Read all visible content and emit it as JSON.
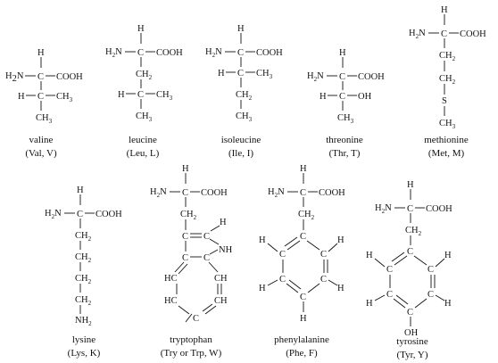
{
  "atoms": {
    "C": "C",
    "H": "H",
    "S": "S",
    "CH2": "CH",
    "CH3": "CH",
    "two": "2",
    "three": "3",
    "COOH": "COOH",
    "H2N": "H",
    "H2N_2": "2",
    "H2N_N": "N",
    "NH2": "NH",
    "NH2_2": "2",
    "NH": "NH",
    "OH": "OH",
    "HC": "HC",
    "CH": "CH"
  },
  "amino_acids": [
    {
      "name": "valine",
      "abbr": "(Val, V)"
    },
    {
      "name": "leucine",
      "abbr": "(Leu, L)"
    },
    {
      "name": "isoleucine",
      "abbr": "(Ile, I)"
    },
    {
      "name": "threonine",
      "abbr": "(Thr, T)"
    },
    {
      "name": "methionine",
      "abbr": "(Met, M)"
    },
    {
      "name": "lysine",
      "abbr": "(Lys, K)"
    },
    {
      "name": "tryptophan",
      "abbr": "(Try or Trp, W)"
    },
    {
      "name": "phenylalanine",
      "abbr": "(Phe, F)"
    },
    {
      "name": "tyrosine",
      "abbr": "(Tyr, Y)"
    }
  ]
}
